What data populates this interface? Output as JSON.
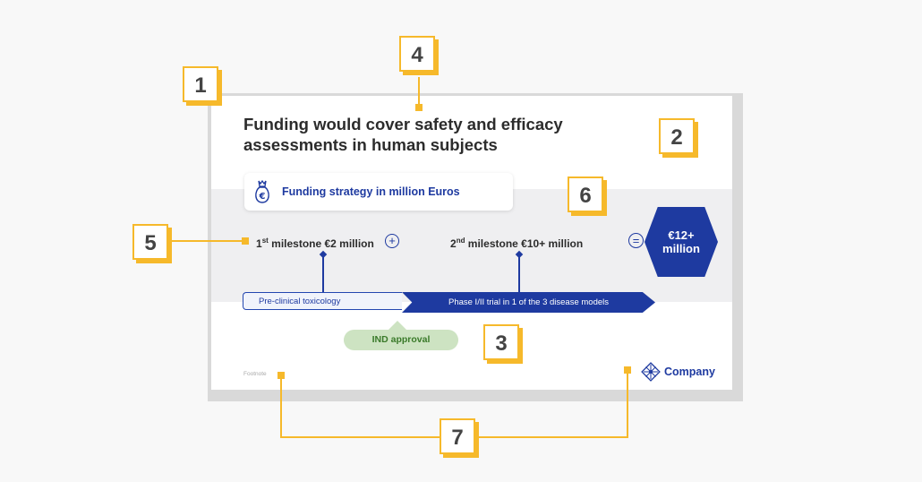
{
  "slide": {
    "title": "Funding would cover safety and efficacy assessments in human subjects",
    "strategy_label": "Funding strategy in million Euros",
    "milestone1_num": "1",
    "milestone1_sup": "st",
    "milestone1_rest": " milestone €2 million",
    "milestone2_num": "2",
    "milestone2_sup": "nd",
    "milestone2_rest": " milestone €10+ million",
    "plus_symbol": "+",
    "equals_symbol": "=",
    "total_line1": "€12+",
    "total_line2": "million",
    "phase1_label": "Pre-clinical toxicology",
    "phase2_label": "Phase I/II trial in 1 of the 3 disease models",
    "ind_label": "IND approval",
    "footnote": "Footnote",
    "company_name": "Company",
    "colors": {
      "accent": "#1e3aa0",
      "callout": "#f6b92b",
      "ind_green": "#cde3c2"
    },
    "icons": [
      "money-bag-euro-icon",
      "plus-circle-icon",
      "equals-circle-icon",
      "company-logo-icon"
    ]
  },
  "callouts": [
    "1",
    "2",
    "3",
    "4",
    "5",
    "6",
    "7"
  ]
}
